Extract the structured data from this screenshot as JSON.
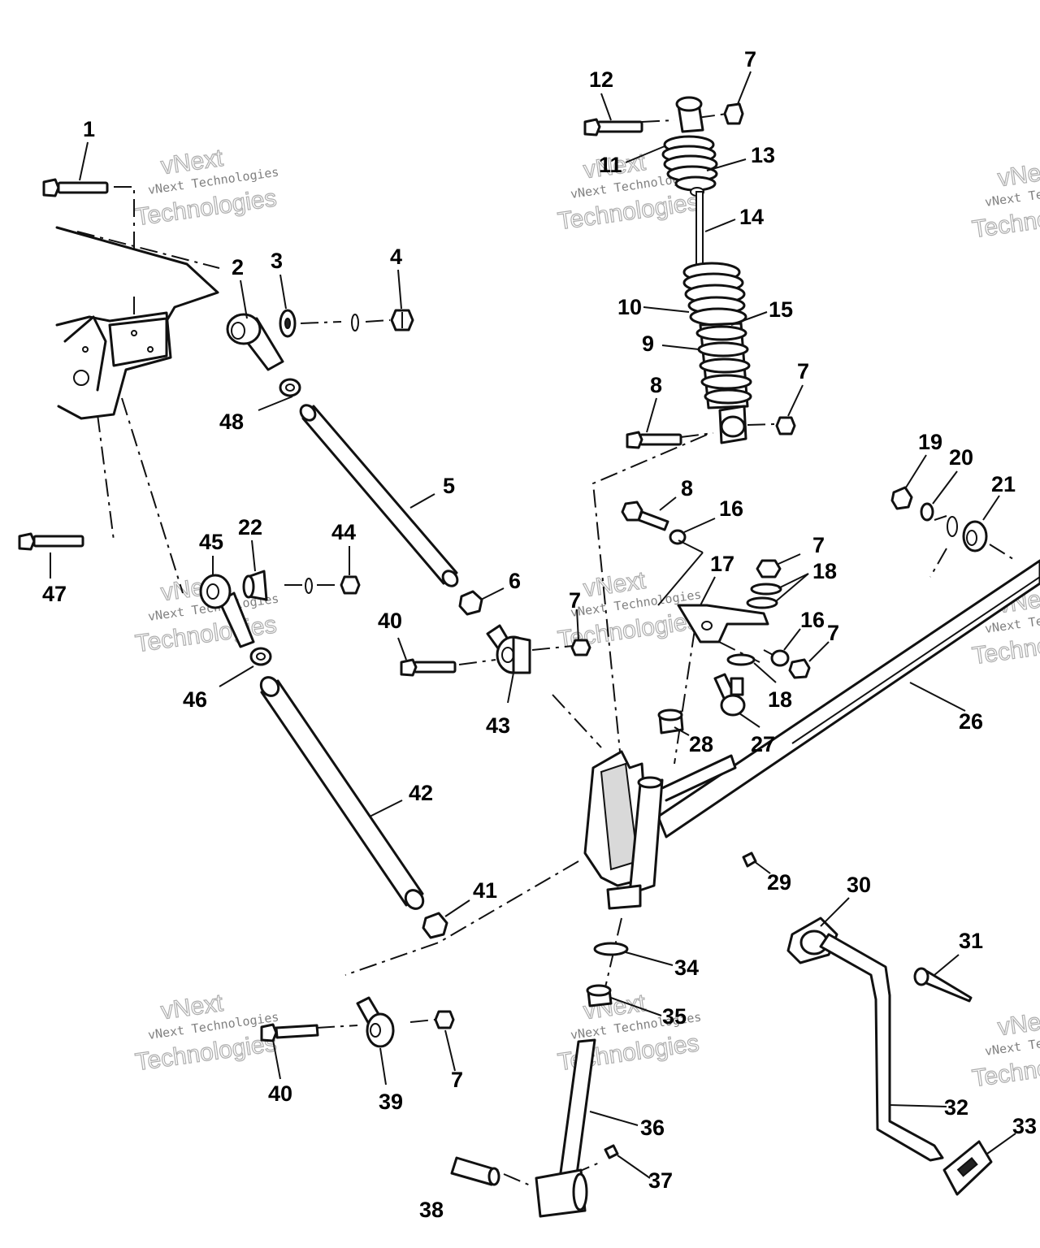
{
  "watermark": {
    "line1": "vNext",
    "line2": "vNext Technologies",
    "line3": "Technologies"
  },
  "callouts": {
    "c1": "1",
    "c2": "2",
    "c3": "3",
    "c4": "4",
    "c5": "5",
    "c6": "6",
    "c7": "7",
    "c8": "8",
    "c9": "9",
    "c10": "10",
    "c11": "11",
    "c12": "12",
    "c13": "13",
    "c14": "14",
    "c15": "15",
    "c16": "16",
    "c17": "17",
    "c18": "18",
    "c19": "19",
    "c20": "20",
    "c21": "21",
    "c22": "22",
    "c26": "26",
    "c27": "27",
    "c28": "28",
    "c29": "29",
    "c30": "30",
    "c31": "31",
    "c32": "32",
    "c33": "33",
    "c34": "34",
    "c35": "35",
    "c36": "36",
    "c37": "37",
    "c38": "38",
    "c39": "39",
    "c40": "40",
    "c41": "41",
    "c42": "42",
    "c43": "43",
    "c44": "44",
    "c45": "45",
    "c46": "46",
    "c47": "47",
    "c48": "48"
  }
}
